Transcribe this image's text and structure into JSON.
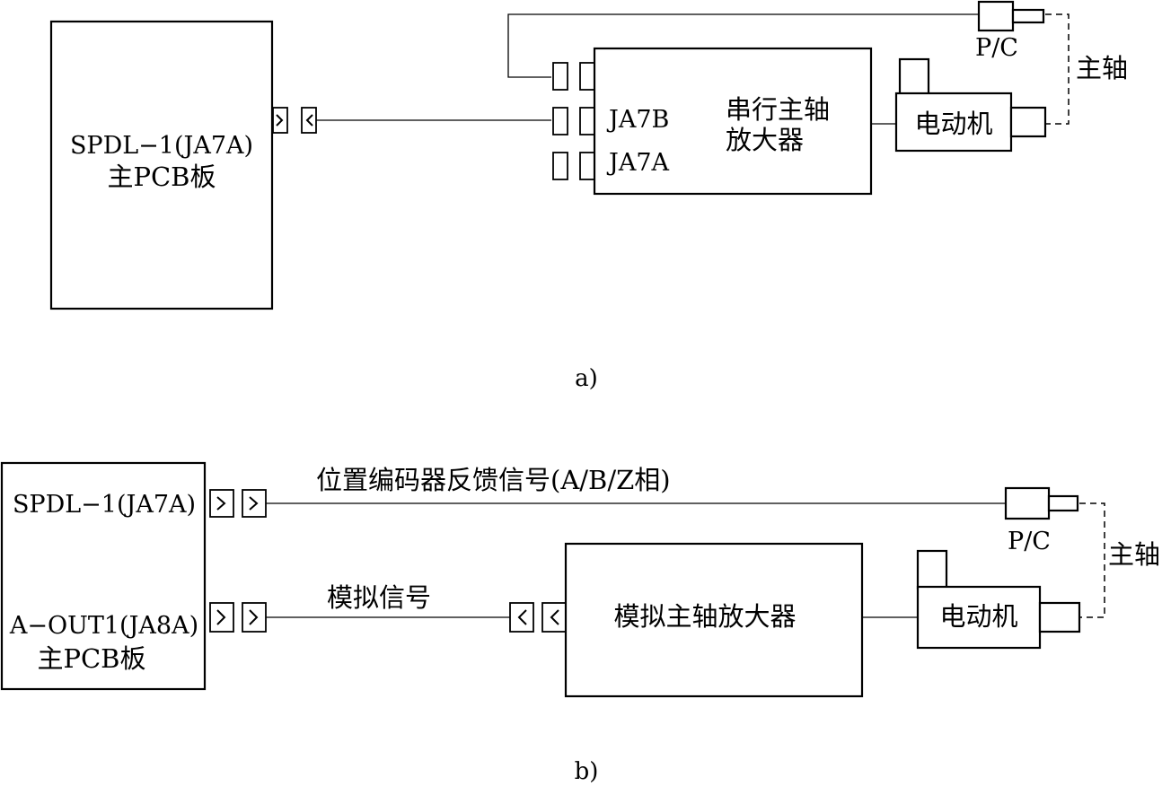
{
  "diagram_a": {
    "pcb_line1": "SPDL−1(JA7A)",
    "pcb_line2": "主PCB板",
    "amp_port_b": "JA7B",
    "amp_port_a": "JA7A",
    "amp_line1": "串行主轴",
    "amp_line2": "放大器",
    "motor": "电动机",
    "encoder": "P/C",
    "spindle": "主轴",
    "caption": "a)"
  },
  "diagram_b": {
    "pcb_label1": "SPDL−1(JA7A)",
    "pcb_label2": "A−OUT1(JA8A)",
    "pcb_label3": "主PCB板",
    "feedback_signal": "位置编码器反馈信号(A/B/Z相)",
    "analog_signal": "模拟信号",
    "amp": "模拟主轴放大器",
    "motor": "电动机",
    "encoder": "P/C",
    "spindle": "主轴",
    "caption": "b)"
  }
}
